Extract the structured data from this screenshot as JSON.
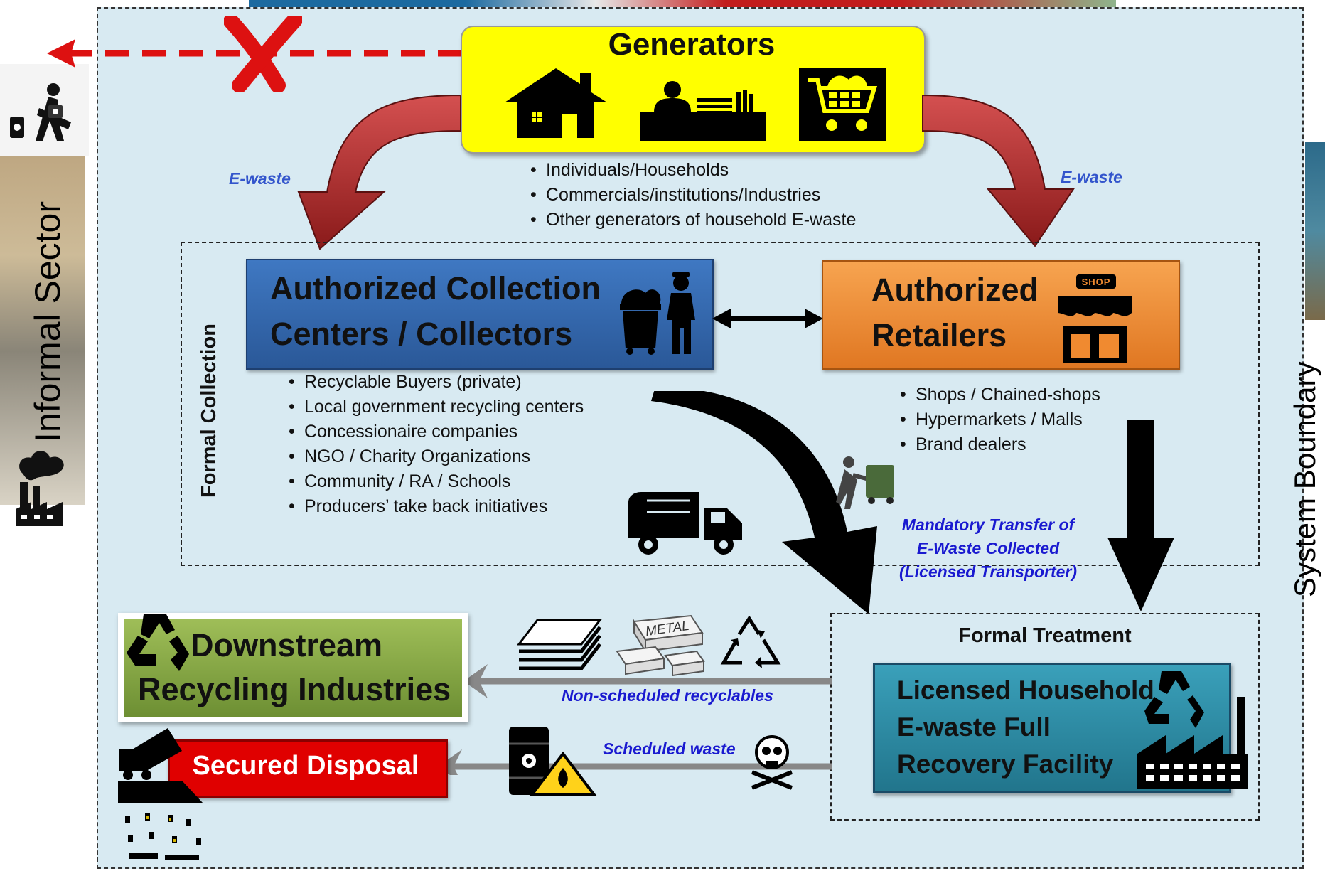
{
  "informal_sector": {
    "label": "Informal Sector"
  },
  "system_boundary": {
    "label": "System Boundary"
  },
  "generators": {
    "title": "Generators",
    "items": [
      "Individuals/Households",
      "Commercials/institutions/Industries",
      "Other generators of household E-waste"
    ]
  },
  "flows": {
    "ewaste_left": "E-waste",
    "ewaste_right": "E-waste",
    "mandatory_transfer": [
      "Mandatory Transfer of",
      "E-Waste Collected",
      "(Licensed Transporter)"
    ],
    "non_scheduled": "Non-scheduled recyclables",
    "scheduled": "Scheduled waste"
  },
  "formal_collection": {
    "label": "Formal Collection",
    "collectors": {
      "title_line1": "Authorized Collection",
      "title_line2": "Centers / Collectors",
      "items": [
        "Recyclable Buyers (private)",
        "Local government recycling centers",
        "Concessionaire companies",
        "NGO / Charity Organizations",
        "Community / RA / Schools",
        "Producers’ take back initiatives"
      ]
    },
    "retailers": {
      "title_line1": "Authorized",
      "title_line2": "Retailers",
      "shop_sign": "SHOP",
      "items": [
        "Shops / Chained-shops",
        "Hypermarkets / Malls",
        "Brand dealers"
      ]
    }
  },
  "formal_treatment": {
    "label": "Formal Treatment",
    "facility": {
      "line1": "Licensed Household",
      "line2": "E-waste Full",
      "line3": "Recovery Facility"
    }
  },
  "downstream": {
    "line1": "Downstream",
    "line2": "Recycling Industries"
  },
  "disposal": {
    "label": "Secured Disposal"
  },
  "icons": {
    "metal_label": "METAL"
  },
  "colors": {
    "generators_bg": "#ffff00",
    "collectors_bg": "#2f62a8",
    "retailers_bg": "#f08a30",
    "facility_bg": "#2b8ea8",
    "downstream_bg": "#7fa040",
    "disposal_bg": "#e00000",
    "flow_arrow": "#a02020",
    "informal_x": "#dd1111"
  }
}
